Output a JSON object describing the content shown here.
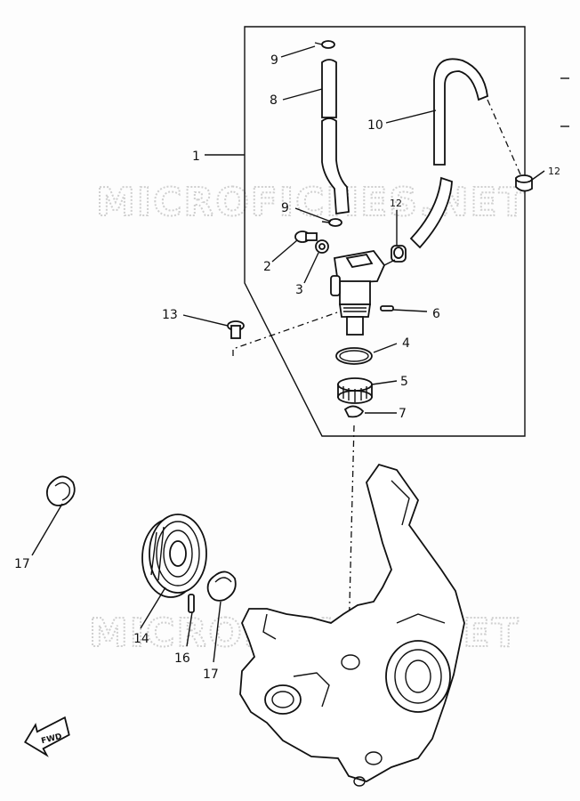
{
  "watermark": "MICROFICHES.NET",
  "fwd_label": "FWD",
  "callouts": {
    "p1": "1",
    "p2": "2",
    "p3": "3",
    "p4": "4",
    "p5": "5",
    "p6": "6",
    "p7": "7",
    "p8": "8",
    "p9a": "9",
    "p9b": "9",
    "p10": "10",
    "p12a": "12",
    "p12b": "12",
    "p13": "13",
    "p14": "14",
    "p16": "16",
    "p17a": "17",
    "p17b": "17"
  }
}
